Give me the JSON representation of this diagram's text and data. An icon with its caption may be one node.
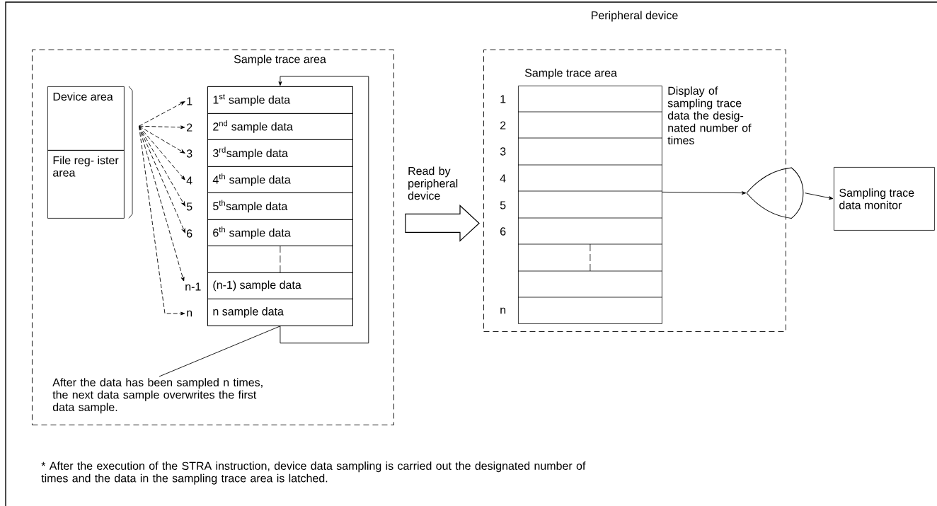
{
  "diagram": {
    "nodes": [
      {
        "text": [],
        "shape": "box"
      },
      {
        "text": [
          "Device area"
        ],
        "in": 0
      },
      {
        "text": [
          "File reg- ister area"
        ],
        "in": 0
      },
      {
        "text": [],
        "shape": "bracket",
        "in": 0
      },
      {
        "text": [
          "1"
        ],
        "in": 0
      },
      {
        "text": [
          "2"
        ],
        "in": 0
      },
      {
        "text": [
          "3"
        ],
        "in": 0
      },
      {
        "text": [
          "4"
        ],
        "in": 0
      },
      {
        "text": [
          "5"
        ],
        "in": 0
      },
      {
        "text": [
          "6"
        ],
        "in": 0
      },
      {
        "text": [
          "n-1"
        ],
        "in": 0
      },
      {
        "text": [
          "n"
        ],
        "in": 0
      },
      {
        "text": [
          "Sample trace area"
        ],
        "in": 0
      },
      {
        "text": [
          "1$^{st}$ sample data"
        ],
        "in": 12
      },
      {
        "text": [
          "2$^{nd}$ sample data"
        ],
        "in": 12
      },
      {
        "text": [
          "3$^{rd}$sample data"
        ],
        "in": 12
      },
      {
        "text": [
          "4$^{th}$ sample data"
        ],
        "in": 12
      },
      {
        "text": [
          "5$^{th}$sample data"
        ],
        "in": 12
      },
      {
        "text": [
          "6$^{th}$ sample data"
        ],
        "in": 12
      },
      {
        "text": [],
        "shape": "box",
        "in": 12
      },
      {
        "text": [
          "(n-1) sample data"
        ],
        "in": 12
      },
      {
        "text": [
          "n sample data"
        ],
        "in": 12
      },
      {
        "text": [
          "After the data has been sampled n times, the next data sample overwrites the first data sample."
        ],
        "in": 0
      },
      {
        "text": [
          "Peripheral device"
        ]
      },
      {
        "text": [
          "Sample trace area"
        ],
        "in": 23,
        "beside": [
          "Display of sampling trace data the desig- nated number of times"
        ]
      },
      {
        "text": [],
        "shape": "gate"
      },
      {
        "text": [
          "Sampling trace data monitor"
        ]
      }
    ],
    "edges": [
      {
        "from": 3,
        "to": 4,
        "arrow": "to",
        "style": "dashed"
      },
      {
        "from": 3,
        "to": 5,
        "arrow": "to",
        "style": "dashed"
      },
      {
        "from": 3,
        "to": 6,
        "arrow": "to",
        "style": "dashed"
      },
      {
        "from": 3,
        "to": 7,
        "arrow": "to",
        "style": "dashed"
      },
      {
        "from": 3,
        "to": 8,
        "arrow": "to",
        "style": "dashed"
      },
      {
        "from": 3,
        "to": 9,
        "arrow": "to",
        "style": "dashed"
      },
      {
        "from": 3,
        "to": 10,
        "arrow": "to",
        "style": "dashed"
      },
      {
        "from": 3,
        "to": 11,
        "arrow": "to",
        "style": "dashed"
      },
      {
        "from": 21,
        "to": 13,
        "arrow": "to"
      },
      {
        "from": 22,
        "to": 21,
        "arrow": "none"
      },
      {
        "from": 0,
        "to": 23,
        "arrow": "to",
        "style": "thick",
        "label": "Read by peripheral device"
      },
      {
        "from": 24,
        "to": 25,
        "arrow": "to"
      },
      {
        "from": 25,
        "to": 26,
        "arrow": "to"
      }
    ],
    "labels": [
      "1",
      "2",
      "3",
      "4",
      "5",
      "6",
      "n",
      "* After the execution of the STRA instruction, device data sampling is carried out the designated number of times and the data in the sampling trace area is latched."
    ]
  }
}
